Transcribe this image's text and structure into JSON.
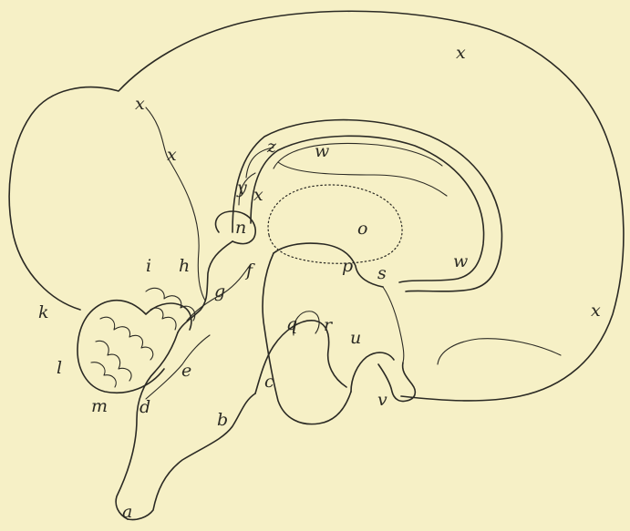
{
  "figure": {
    "colors": {
      "paper": "#f6f0c6",
      "ink": "#2b2a24"
    },
    "labels": {
      "a": "a",
      "b": "b",
      "c": "c",
      "d": "d",
      "e": "e",
      "f": "f",
      "g": "g",
      "h": "h",
      "i": "i",
      "k": "k",
      "l": "l",
      "m": "m",
      "n": "n",
      "o": "o",
      "p": "p",
      "q": "q",
      "r": "r",
      "s": "s",
      "u": "u",
      "v": "v",
      "w": "w",
      "x": "x",
      "y": "y",
      "z": "z"
    }
  }
}
